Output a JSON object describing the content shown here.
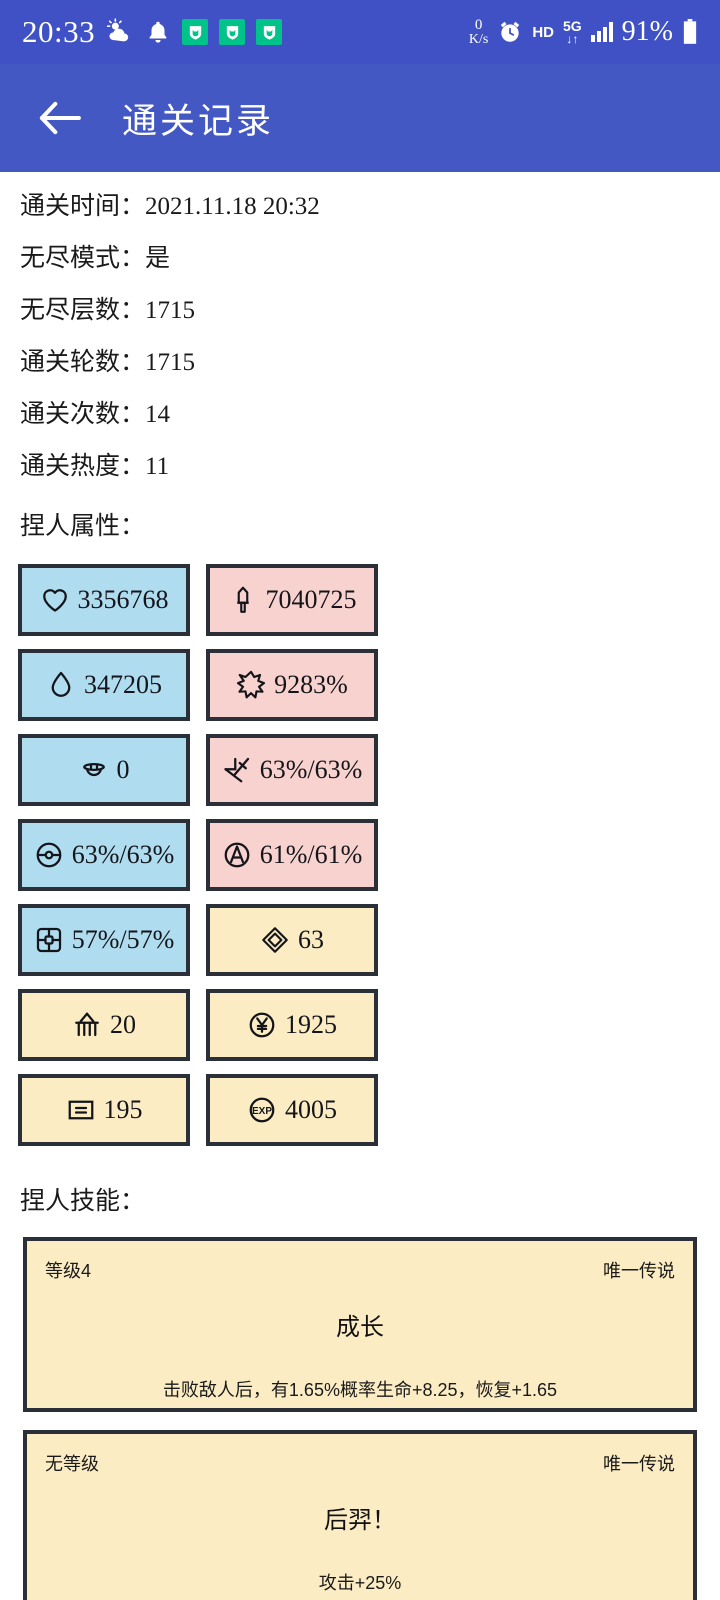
{
  "statusbar": {
    "time": "20:33",
    "weather_icon": "cloud-sun-icon",
    "bell_icon": "bell-icon",
    "green_badges": [
      "shield-cat-icon",
      "shield-cat-icon",
      "shield-cat-icon"
    ],
    "netspeed_value": "0",
    "netspeed_unit": "K/s",
    "alarm_icon": "alarm-clock-icon",
    "hd_label": "HD",
    "network_type": "5G",
    "network_arrows": "↓↑",
    "signal_icon": "signal-bars-icon",
    "battery_percent": "91%",
    "battery_icon": "battery-icon",
    "accent": "#3f51c4"
  },
  "appbar": {
    "back_icon": "back-arrow-icon",
    "title": "通关记录",
    "background": "#4458c4"
  },
  "info": {
    "rows": [
      "通关时间：2021.11.18 20:32",
      "无尽模式：是",
      "无尽层数：1715",
      "通关轮数：1715",
      "通关次数：14",
      "通关热度：11"
    ]
  },
  "attributes": {
    "label": "捏人属性：",
    "cards": [
      {
        "icon": "heart-icon",
        "value": "3356768",
        "color": "blue"
      },
      {
        "icon": "sword-icon",
        "value": "7040725",
        "color": "pink"
      },
      {
        "icon": "droplet-icon",
        "value": "347205",
        "color": "blue"
      },
      {
        "icon": "starburst-icon",
        "value": "9283%",
        "color": "pink"
      },
      {
        "icon": "helmet-icon",
        "value": "0",
        "color": "blue"
      },
      {
        "icon": "bow-arrow-icon",
        "value": "63%/63%",
        "color": "pink"
      },
      {
        "icon": "shield-orb-icon",
        "value": "63%/63%",
        "color": "blue"
      },
      {
        "icon": "circle-a-icon",
        "value": "61%/61%",
        "color": "pink"
      },
      {
        "icon": "chip-node-icon",
        "value": "57%/57%",
        "color": "blue"
      },
      {
        "icon": "gem-diamond-icon",
        "value": "63",
        "color": "beige"
      },
      {
        "icon": "fence-icon",
        "value": "20",
        "color": "beige"
      },
      {
        "icon": "yen-coin-icon",
        "value": "1925",
        "color": "beige"
      },
      {
        "icon": "ticket-card-icon",
        "value": "195",
        "color": "beige"
      },
      {
        "icon": "exp-badge-icon",
        "value": "4005",
        "color": "beige"
      }
    ],
    "colors": {
      "blue": "#afdcef",
      "pink": "#f8d2cf",
      "beige": "#fbecc3",
      "border": "#2b3038"
    }
  },
  "skills": {
    "label": "捏人技能：",
    "items": [
      {
        "level": "等级4",
        "rarity": "唯一传说",
        "name": "成长",
        "desc": "击败敌人后，有1.65%概率生命+8.25，恢复+1.65"
      },
      {
        "level": "无等级",
        "rarity": "唯一传说",
        "name": "后羿！",
        "desc": "攻击+25%"
      }
    ]
  }
}
